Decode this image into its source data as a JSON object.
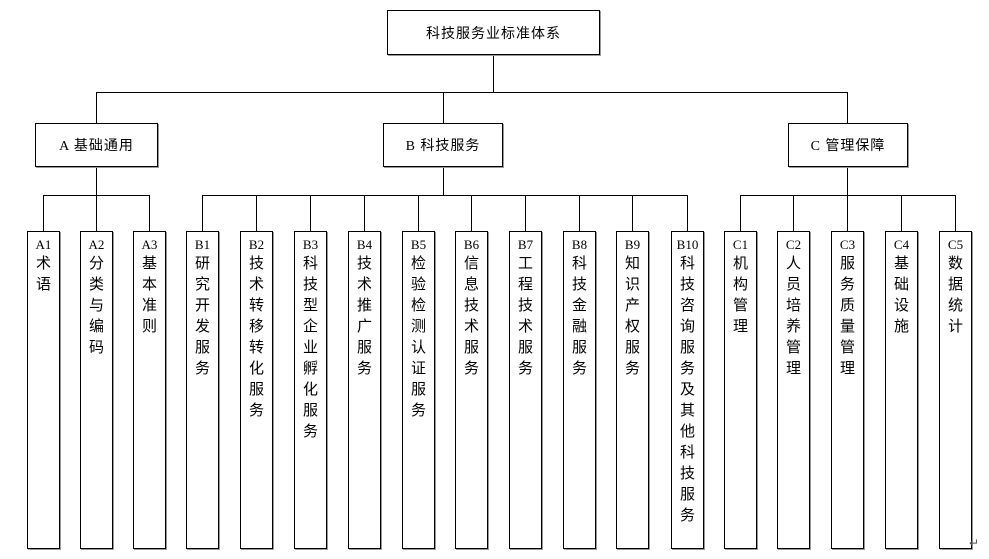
{
  "diagram": {
    "root": {
      "label": "科技服务业标准体系"
    },
    "branches": [
      {
        "label": "A 基础通用"
      },
      {
        "label": "B 科技服务"
      },
      {
        "label": "C 管理保障"
      }
    ],
    "leaves": [
      {
        "code": "A1",
        "label": "术语"
      },
      {
        "code": "A2",
        "label": "分类与编码"
      },
      {
        "code": "A3",
        "label": "基本准则"
      },
      {
        "code": "B1",
        "label": "研究开发服务"
      },
      {
        "code": "B2",
        "label": "技术转移转化服务"
      },
      {
        "code": "B3",
        "label": "科技型企业孵化服务"
      },
      {
        "code": "B4",
        "label": "技术推广服务"
      },
      {
        "code": "B5",
        "label": "检验检测认证服务"
      },
      {
        "code": "B6",
        "label": "信息技术服务"
      },
      {
        "code": "B7",
        "label": "工程技术服务"
      },
      {
        "code": "B8",
        "label": "科技金融服务"
      },
      {
        "code": "B9",
        "label": "知识产权服务"
      },
      {
        "code": "B10",
        "label": "科技咨询服务及其他科技服务"
      },
      {
        "code": "C1",
        "label": "机构管理"
      },
      {
        "code": "C2",
        "label": "人员培养管理"
      },
      {
        "code": "C3",
        "label": "服务质量管理"
      },
      {
        "code": "C4",
        "label": "基础设施"
      },
      {
        "code": "C5",
        "label": "数据统计"
      }
    ],
    "return_mark": "↵",
    "colors": {
      "line": "#000000",
      "box_border": "#000000",
      "box_fill": "#ffffff",
      "text": "#000000"
    }
  }
}
